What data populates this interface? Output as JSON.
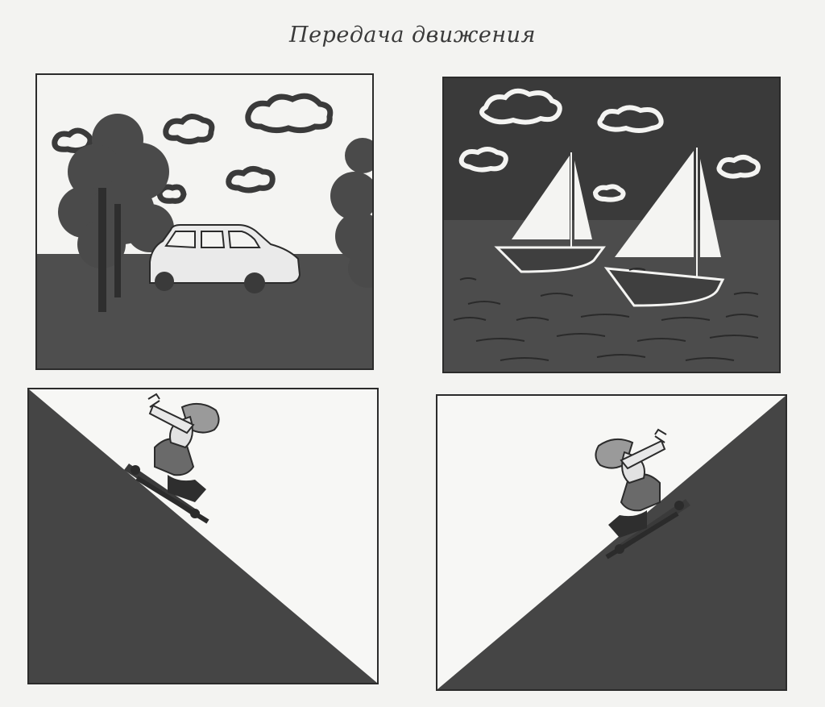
{
  "page": {
    "title": "Передача движения"
  },
  "palette": {
    "paper": "#f3f3f1",
    "dark_fill": "#4a4a4a",
    "darker_fill": "#3a3a3a",
    "outline": "#2b2b2b",
    "light_fill": "#f4f4f2"
  },
  "panels": [
    {
      "id": "car-scene",
      "depicts": "car-driving-past-trees-icon"
    },
    {
      "id": "sailboats-scene",
      "depicts": "two-sailboats-on-sea-icon"
    },
    {
      "id": "sled-downhill-scene",
      "depicts": "child-sledding-downhill-icon"
    },
    {
      "id": "sled-uphill-scene",
      "depicts": "child-sledding-mirrored-slope-icon"
    }
  ]
}
